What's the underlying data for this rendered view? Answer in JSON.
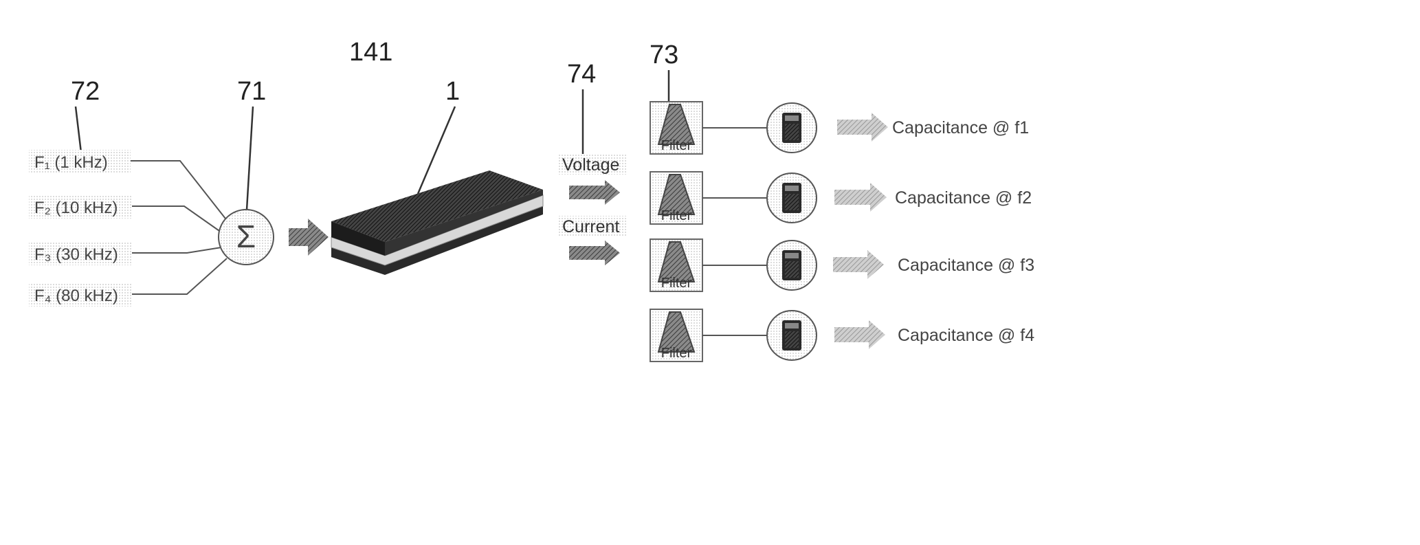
{
  "reference_labels": {
    "sources": "72",
    "summer": "71",
    "assembly": "141",
    "device": "1",
    "signals": "74",
    "filters": "73"
  },
  "sources": [
    {
      "label": "F₁ (1 kHz)"
    },
    {
      "label": "F₂ (10 kHz)"
    },
    {
      "label": "F₃ (30 kHz)"
    },
    {
      "label": "F₄ (80 kHz)"
    }
  ],
  "summer_symbol": "Σ",
  "signals": {
    "voltage": "Voltage",
    "current": "Current"
  },
  "channels": [
    {
      "filter_label": "Filter",
      "output_label": "Capacitance @ f1"
    },
    {
      "filter_label": "Filter",
      "output_label": "Capacitance @ f2"
    },
    {
      "filter_label": "Filter",
      "output_label": "Capacitance @ f3"
    },
    {
      "filter_label": "Filter",
      "output_label": "Capacitance @ f4"
    }
  ]
}
